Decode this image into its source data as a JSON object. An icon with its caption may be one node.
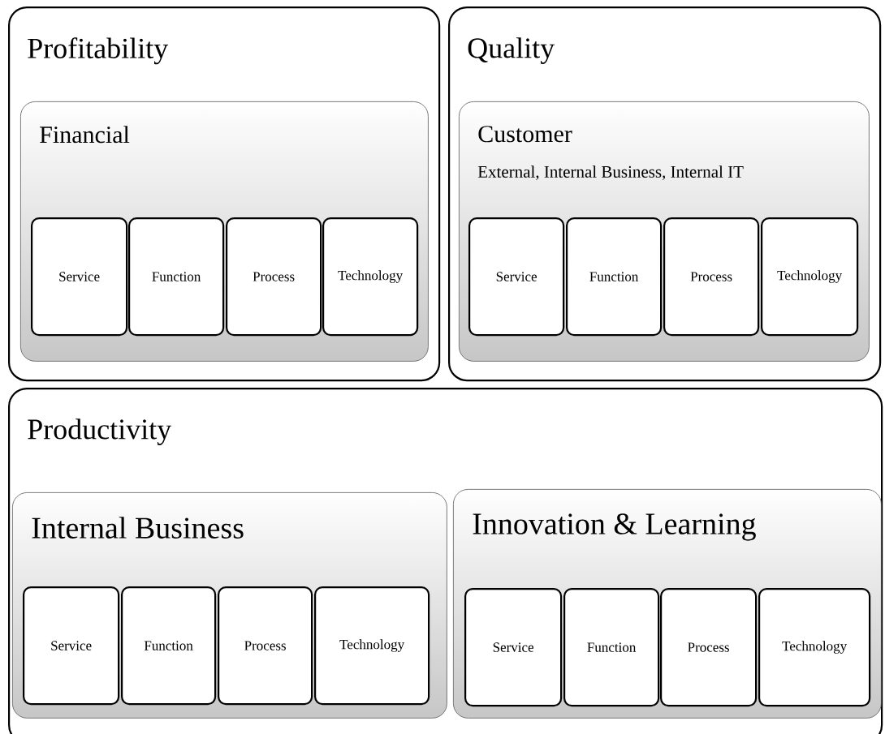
{
  "diagram": {
    "nodes": [
      {
        "text": [
          "Profitability"
        ]
      },
      {
        "text": [
          "Financial"
        ],
        "in": 0
      },
      {
        "text": [
          "Service"
        ],
        "in": 1
      },
      {
        "text": [
          "Function"
        ],
        "in": 1
      },
      {
        "text": [
          "Process"
        ],
        "in": 1
      },
      {
        "text": [
          "Technology"
        ],
        "in": 1
      },
      {
        "text": [
          "Quality"
        ]
      },
      {
        "text": [
          "Customer",
          "External, Internal Business, Internal IT"
        ],
        "in": 6
      },
      {
        "text": [
          "Service"
        ],
        "in": 7
      },
      {
        "text": [
          "Function"
        ],
        "in": 7
      },
      {
        "text": [
          "Process"
        ],
        "in": 7
      },
      {
        "text": [
          "Technology"
        ],
        "in": 7
      },
      {
        "text": [
          "Productivity"
        ]
      },
      {
        "text": [
          "Internal Business"
        ],
        "in": 12
      },
      {
        "text": [
          "Service"
        ],
        "in": 13
      },
      {
        "text": [
          "Function"
        ],
        "in": 13
      },
      {
        "text": [
          "Process"
        ],
        "in": 13
      },
      {
        "text": [
          "Technology"
        ],
        "in": 13
      },
      {
        "text": [
          "Innovation & Learning"
        ],
        "in": 12
      },
      {
        "text": [
          "Service"
        ],
        "in": 18
      },
      {
        "text": [
          "Function"
        ],
        "in": 18
      },
      {
        "text": [
          "Process"
        ],
        "in": 18
      },
      {
        "text": [
          "Technology"
        ],
        "in": 18
      }
    ]
  }
}
